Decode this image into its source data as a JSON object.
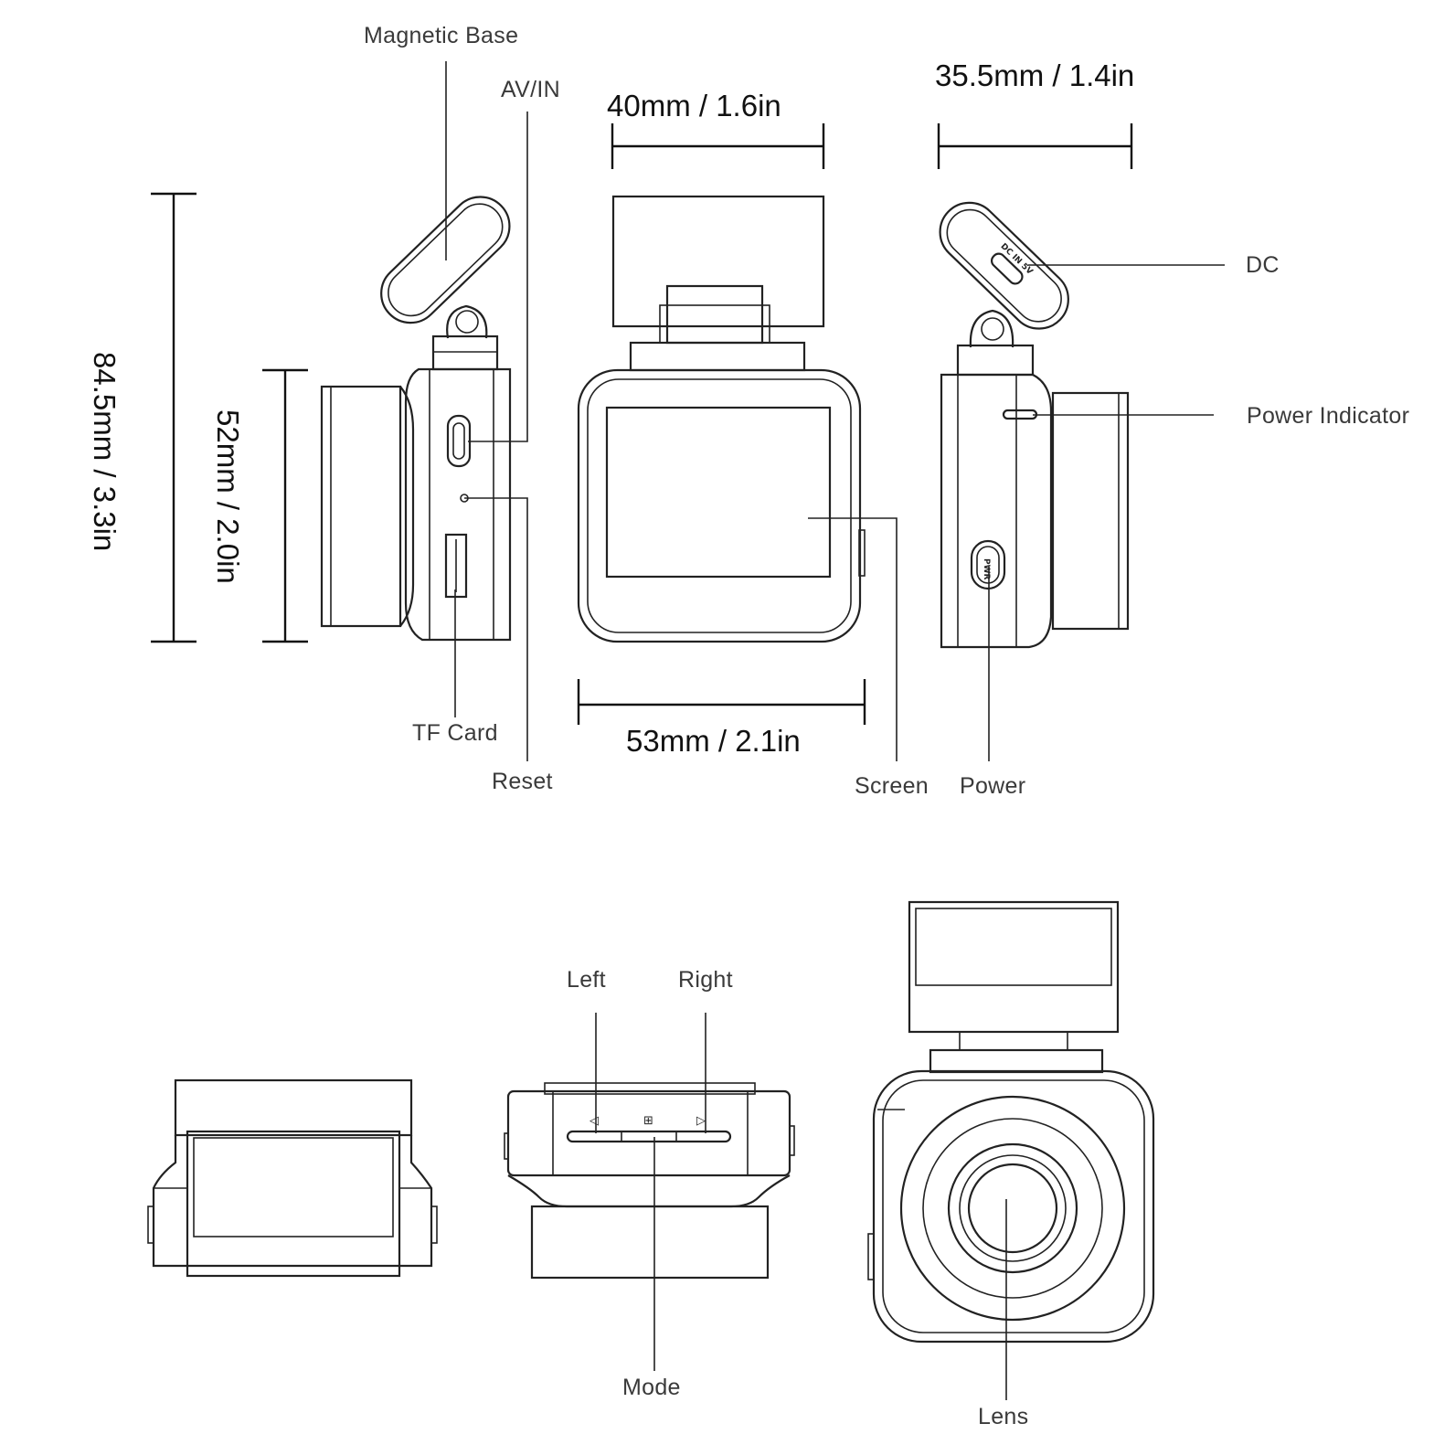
{
  "labels": {
    "magnetic_base": "Magnetic Base",
    "av_in": "AV/IN",
    "tf_card": "TF Card",
    "reset": "Reset",
    "screen": "Screen",
    "power": "Power",
    "dc": "DC",
    "power_indicator": "Power Indicator",
    "left": "Left",
    "right": "Right",
    "mode": "Mode",
    "lens": "Lens"
  },
  "dimensions": {
    "height_total": "84.5mm / 3.3in",
    "height_body": "52mm / 2.0in",
    "width_top": "40mm / 1.6in",
    "width_bottom": "53mm / 2.1in",
    "depth": "35.5mm / 1.4in"
  },
  "device_marks": {
    "dc_port": "DC IN 5V",
    "power_button": "PWR"
  },
  "icons": [
    "left-arrow-icon",
    "menu-grid-icon",
    "right-arrow-icon"
  ]
}
